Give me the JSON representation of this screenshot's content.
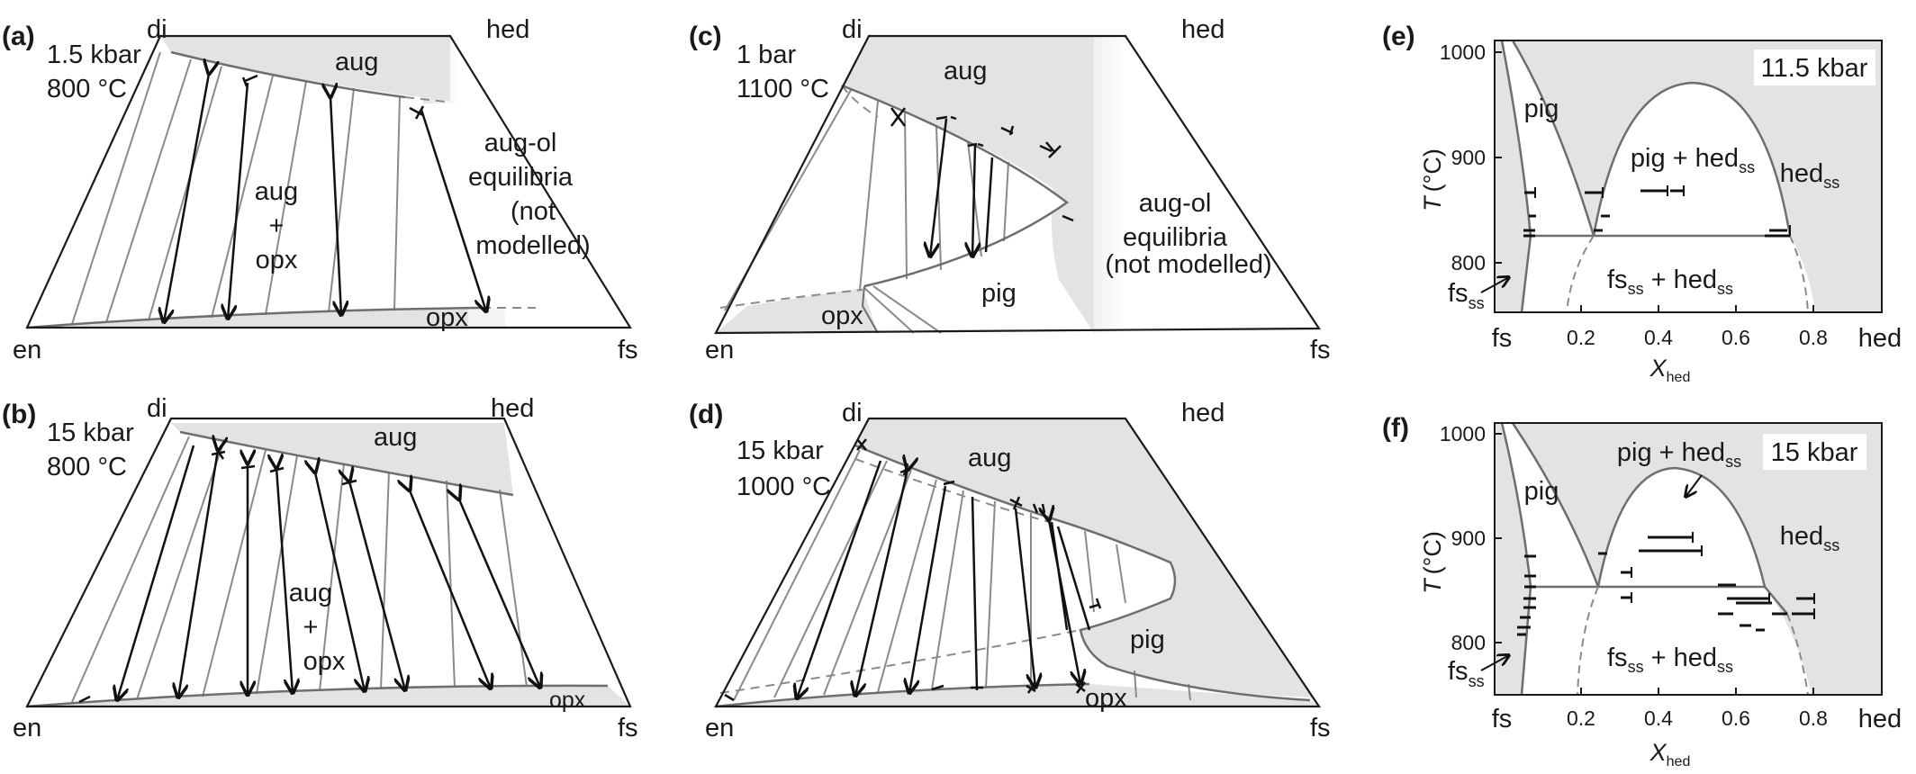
{
  "panels": {
    "a": {
      "letter": "(a)",
      "condition_line1": "1.5 kbar",
      "condition_line2": "800 °C",
      "corner_di": "di",
      "corner_hed": "hed",
      "corner_en": "en",
      "corner_fs": "fs",
      "phase_aug": "aug",
      "phase_opx": "opx",
      "two_phase_1": "aug",
      "two_phase_2": "+",
      "two_phase_3": "opx",
      "note_line1": "aug-ol",
      "note_line2": "equilibria",
      "note_line3": "(not",
      "note_line4": "modelled)"
    },
    "b": {
      "letter": "(b)",
      "condition_line1": "15 kbar",
      "condition_line2": "800 °C",
      "corner_di": "di",
      "corner_hed": "hed",
      "corner_en": "en",
      "corner_fs": "fs",
      "phase_aug": "aug",
      "phase_opx": "opx",
      "two_phase_1": "aug",
      "two_phase_2": "+",
      "two_phase_3": "opx"
    },
    "c": {
      "letter": "(c)",
      "condition_line1": "1 bar",
      "condition_line2": "1100 °C",
      "corner_di": "di",
      "corner_hed": "hed",
      "corner_en": "en",
      "corner_fs": "fs",
      "phase_aug": "aug",
      "phase_opx": "opx",
      "phase_pig": "pig",
      "note_line1": "aug-ol",
      "note_line2": "equilibria",
      "note_line3": "(not modelled)"
    },
    "d": {
      "letter": "(d)",
      "condition_line1": "15 kbar",
      "condition_line2": "1000 °C",
      "corner_di": "di",
      "corner_hed": "hed",
      "corner_en": "en",
      "corner_fs": "fs",
      "phase_aug": "aug",
      "phase_opx": "opx",
      "phase_pig": "pig"
    },
    "e": {
      "letter": "(e)",
      "pressure": "11.5 kbar",
      "y_axis_T": "T",
      "y_axis_unit": "(°C)",
      "y_ticks": [
        "1000",
        "900",
        "800"
      ],
      "x_ticks": [
        "0.2",
        "0.4",
        "0.6",
        "0.8"
      ],
      "x_end_left": "fs",
      "x_end_right": "hed",
      "x_label_main": "X",
      "x_label_sub": "hed",
      "field_pig": "pig",
      "field_pig_hed": "pig + hed",
      "field_hed": "hed",
      "field_fs_hed_1": "fs",
      "field_fs_hed_2": " + hed",
      "field_fs": "fs",
      "sub_ss": "ss"
    },
    "f": {
      "letter": "(f)",
      "pressure": "15 kbar",
      "y_axis_T": "T",
      "y_axis_unit": "(°C)",
      "y_ticks": [
        "1000",
        "900",
        "800"
      ],
      "x_ticks": [
        "0.2",
        "0.4",
        "0.6",
        "0.8"
      ],
      "x_end_left": "fs",
      "x_end_right": "hed",
      "x_label_main": "X",
      "x_label_sub": "hed",
      "field_pig": "pig",
      "field_pig_hed": "pig + hed",
      "field_hed": "hed",
      "field_fs_hed_1": "fs",
      "field_fs_hed_2": " + hed",
      "field_fs": "fs",
      "sub_ss": "ss"
    }
  },
  "colors": {
    "field_fill": "#e3e3e3",
    "tie_line": "#8a8a8a",
    "boundary": "#6e6e6e",
    "arrow": "#111111"
  }
}
